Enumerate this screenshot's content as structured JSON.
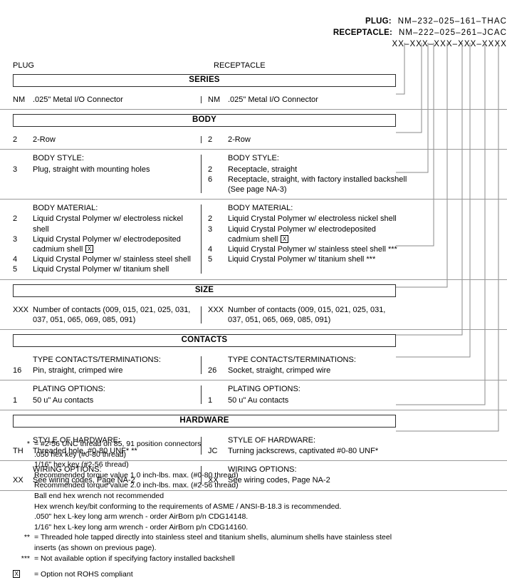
{
  "part_numbers": {
    "rows": [
      {
        "label": "PLUG:",
        "value": "NM–232–025–161–THAC"
      },
      {
        "label": "RECEPTACLE:",
        "value": "NM–222–025–261–JCAC"
      },
      {
        "label": "",
        "value": "XX–XXX–XXX–XXX–XXXX"
      }
    ]
  },
  "columns": {
    "plug": "PLUG",
    "receptacle": "RECEPTACLE"
  },
  "sections": {
    "series": {
      "header": "SERIES",
      "plug": {
        "code": "NM",
        "desc": ".025\" Metal I/O Connector"
      },
      "recep": {
        "code": "NM",
        "desc": ".025\" Metal I/O Connector"
      }
    },
    "body": {
      "header": "BODY",
      "row": {
        "plug": {
          "code": "2",
          "desc": "2-Row"
        },
        "recep": {
          "code": "2",
          "desc": "2-Row"
        }
      },
      "style": {
        "subhead": "BODY STYLE:",
        "plug": [
          {
            "code": "3",
            "desc": "Plug, straight with mounting holes"
          }
        ],
        "recep": [
          {
            "code": "2",
            "desc": "Receptacle, straight"
          },
          {
            "code": "6",
            "desc": "Receptacle, straight, with factory installed backshell",
            "cont": "(See page NA-3)"
          }
        ]
      },
      "material": {
        "subhead": "BODY MATERIAL:",
        "plug": [
          {
            "code": "2",
            "desc": "Liquid Crystal Polymer w/ electroless nickel shell"
          },
          {
            "code": "3",
            "desc": "Liquid Crystal Polymer w/ electrodeposited",
            "cont": "cadmium shell",
            "rohs": true
          },
          {
            "code": "4",
            "desc": "Liquid Crystal Polymer w/ stainless steel shell"
          },
          {
            "code": "5",
            "desc": "Liquid Crystal Polymer w/ titanium shell"
          }
        ],
        "recep": [
          {
            "code": "2",
            "desc": "Liquid Crystal Polymer w/ electroless nickel shell"
          },
          {
            "code": "3",
            "desc": "Liquid Crystal Polymer w/ electrodeposited",
            "cont": "cadmium shell",
            "rohs": true
          },
          {
            "code": "4",
            "desc": "Liquid Crystal Polymer w/ stainless steel shell ***"
          },
          {
            "code": "5",
            "desc": "Liquid Crystal Polymer w/ titanium shell ***"
          }
        ]
      }
    },
    "size": {
      "header": "SIZE",
      "plug": {
        "code": "XXX",
        "desc": "Number of contacts (009, 015, 021, 025, 031,",
        "cont": "037, 051, 065, 069, 085, 091)"
      },
      "recep": {
        "code": "XXX",
        "desc": "Number of contacts (009, 015, 021, 025, 031,",
        "cont": "037, 051, 065, 069, 085, 091)"
      }
    },
    "contacts": {
      "header": "CONTACTS",
      "type": {
        "subhead": "TYPE CONTACTS/TERMINATIONS:",
        "plug": {
          "code": "16",
          "desc": "Pin, straight, crimped wire"
        },
        "recep": {
          "code": "26",
          "desc": "Socket, straight, crimped wire"
        }
      },
      "plating": {
        "subhead": "PLATING OPTIONS:",
        "plug": {
          "code": "1",
          "desc": "50 u\" Au contacts"
        },
        "recep": {
          "code": "1",
          "desc": "50 u\" Au contacts"
        }
      }
    },
    "hardware": {
      "header": "HARDWARE",
      "style": {
        "subhead": "STYLE OF HARDWARE:",
        "plug": {
          "code": "TH",
          "desc": "Threaded hole, #0-80 UNF*  **"
        },
        "recep": {
          "code": "JC",
          "desc": "Turning jackscrews, captivated #0-80 UNF*"
        }
      },
      "wiring": {
        "subhead": "WIRING OPTIONS:",
        "plug": {
          "code": "XX",
          "desc": "See wiring codes, Page NA-2"
        },
        "recep": {
          "code": "XX",
          "desc": "See wiring codes, Page NA-2"
        }
      }
    }
  },
  "footnotes": {
    "single": {
      "mark": "*",
      "text": "= #2-56 UNC thread on 85, 91 position connectors",
      "lines": [
        ".050 hex key (#0-80 thread)",
        "1/16\" hex key (#2-56 thread)",
        "Recommended torque value 1.0 inch-lbs. max. (#0-80 thread)",
        "Recommended torque value 2.0 inch-lbs. max. (#2-56 thread)",
        "Ball end hex wrench not recommended",
        "Hex wrench key/bit conforming to the requirements of ASME / ANSI-B-18.3 is recommended.",
        ".050\" hex L-key long arm wrench - order AirBorn p/n CDG14148.",
        "1/16\" hex L-key long arm wrench - order AirBorn p/n CDG14160."
      ]
    },
    "double": {
      "mark": "**",
      "text": "= Threaded hole tapped directly into stainless steel and titanium shells, aluminum shells have stainless steel",
      "cont": "inserts (as shown on previous page)."
    },
    "triple": {
      "mark": "***",
      "text": "= Not available option if specifying factory installed backshell"
    },
    "rohs": {
      "mark": "☒",
      "text": "= Option not ROHS compliant"
    }
  },
  "symbols": {
    "rohs_glyph": "X"
  },
  "colors": {
    "line": "#2e2e2e",
    "rule": "#9a9a9a",
    "text": "#000000",
    "background": "#ffffff"
  }
}
